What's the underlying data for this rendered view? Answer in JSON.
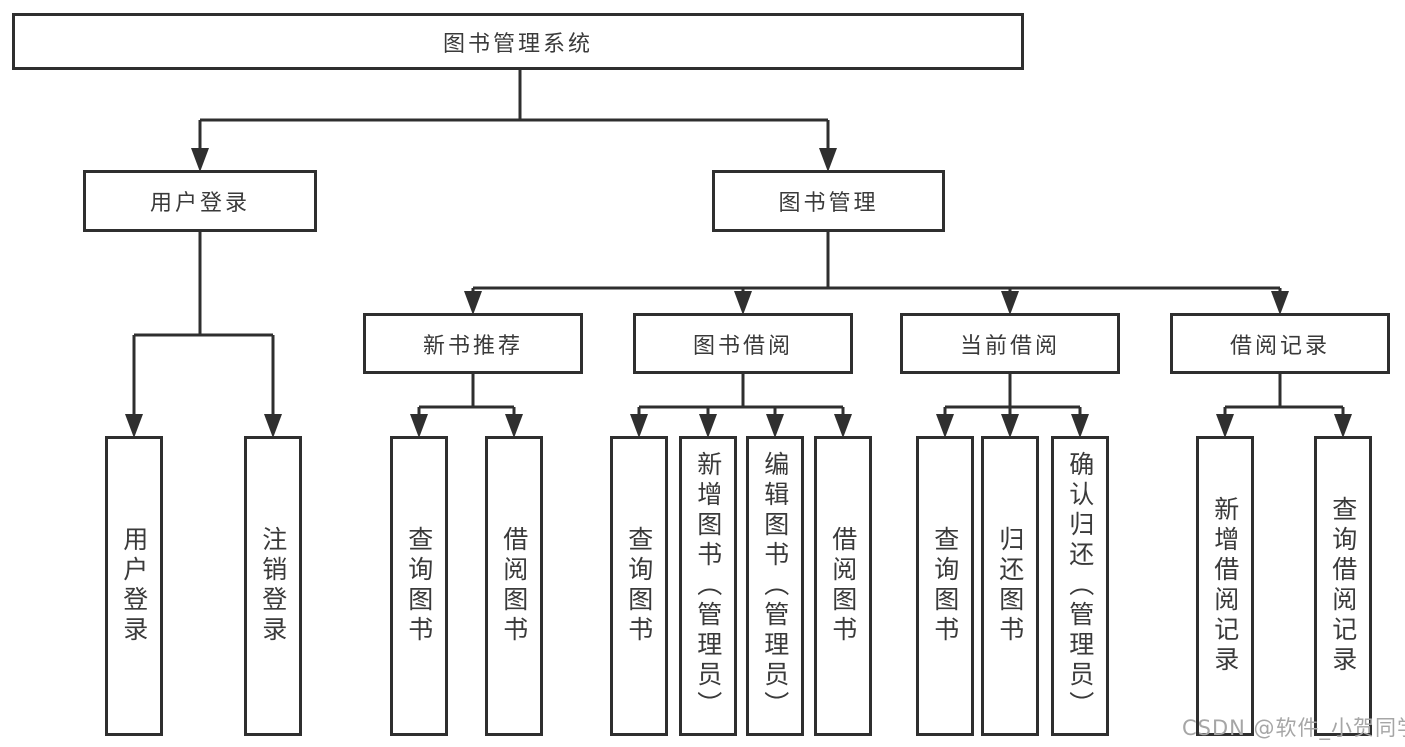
{
  "diagram": {
    "tree": {
      "root": {
        "label": "图书管理系统"
      },
      "children": [
        {
          "label": "用户登录",
          "children": [
            {
              "label": "用户登录"
            },
            {
              "label": "注销登录"
            }
          ]
        },
        {
          "label": "图书管理",
          "children": [
            {
              "label": "新书推荐",
              "children": [
                {
                  "label": "查询图书"
                },
                {
                  "label": "借阅图书"
                }
              ]
            },
            {
              "label": "图书借阅",
              "children": [
                {
                  "label": "查询图书"
                },
                {
                  "label": "新增图书（管理员）"
                },
                {
                  "label": "编辑图书（管理员）"
                },
                {
                  "label": "借阅图书"
                }
              ]
            },
            {
              "label": "当前借阅",
              "children": [
                {
                  "label": "查询图书"
                },
                {
                  "label": "归还图书"
                },
                {
                  "label": "确认归还（管理员）"
                }
              ]
            },
            {
              "label": "借阅记录",
              "children": [
                {
                  "label": "新增借阅记录"
                },
                {
                  "label": "查询借阅记录"
                }
              ]
            }
          ]
        }
      ]
    }
  },
  "watermark": {
    "text": "CSDN @软件_小贺同学"
  },
  "colors": {
    "line": "#2f2f2f",
    "text": "#3a3a3a",
    "background": "#ffffff",
    "watermark": "#a6a6a6"
  }
}
